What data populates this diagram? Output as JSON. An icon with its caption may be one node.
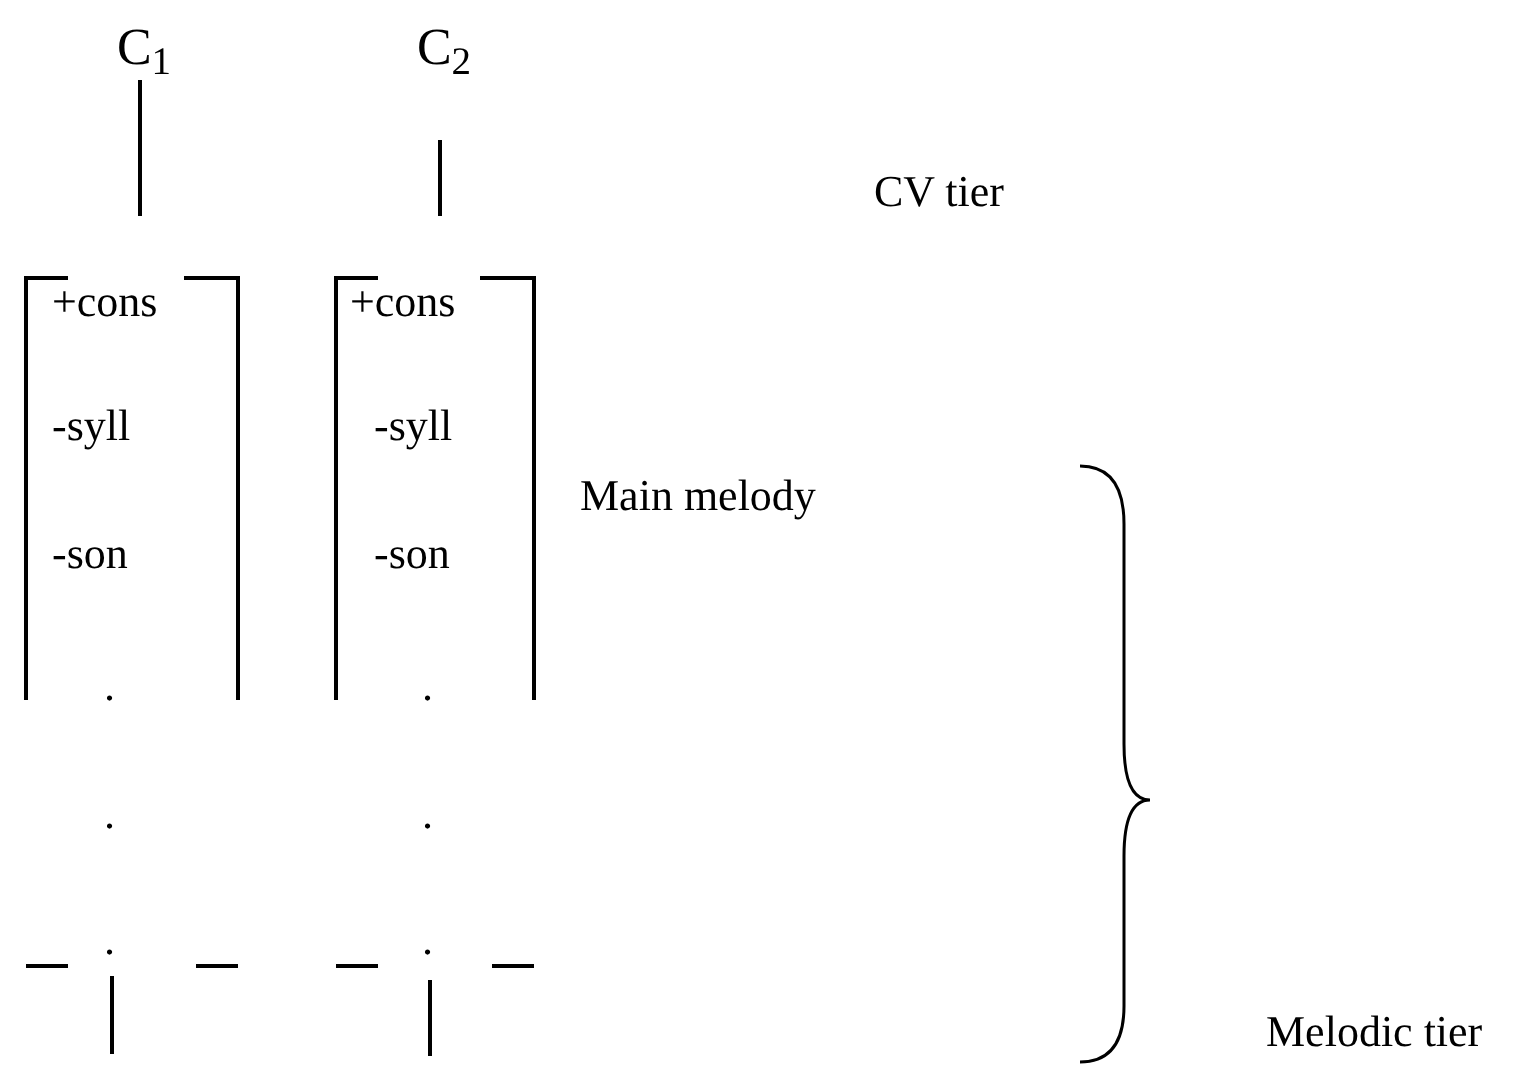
{
  "diagram": {
    "nodes": [
      {
        "text": [
          "C$_{1}$"
        ]
      },
      {
        "text": [
          "C$_{2}$"
        ]
      },
      {
        "text": [
          "+cons",
          "-syll",
          "-son",
          ".",
          ".",
          "."
        ]
      },
      {
        "text": [
          "+cons",
          "-syll",
          "-son",
          ".",
          ".",
          "."
        ]
      }
    ],
    "edges": [
      {
        "from": 0,
        "to": 2,
        "arrow": "none"
      },
      {
        "from": 1,
        "to": 3,
        "arrow": "none"
      },
      {
        "from": 2,
        "to": null,
        "arrow": "none"
      },
      {
        "from": 3,
        "to": null,
        "arrow": "none"
      }
    ],
    "labels": [
      "CV tier",
      "Main melody",
      "Melodic tier"
    ]
  }
}
